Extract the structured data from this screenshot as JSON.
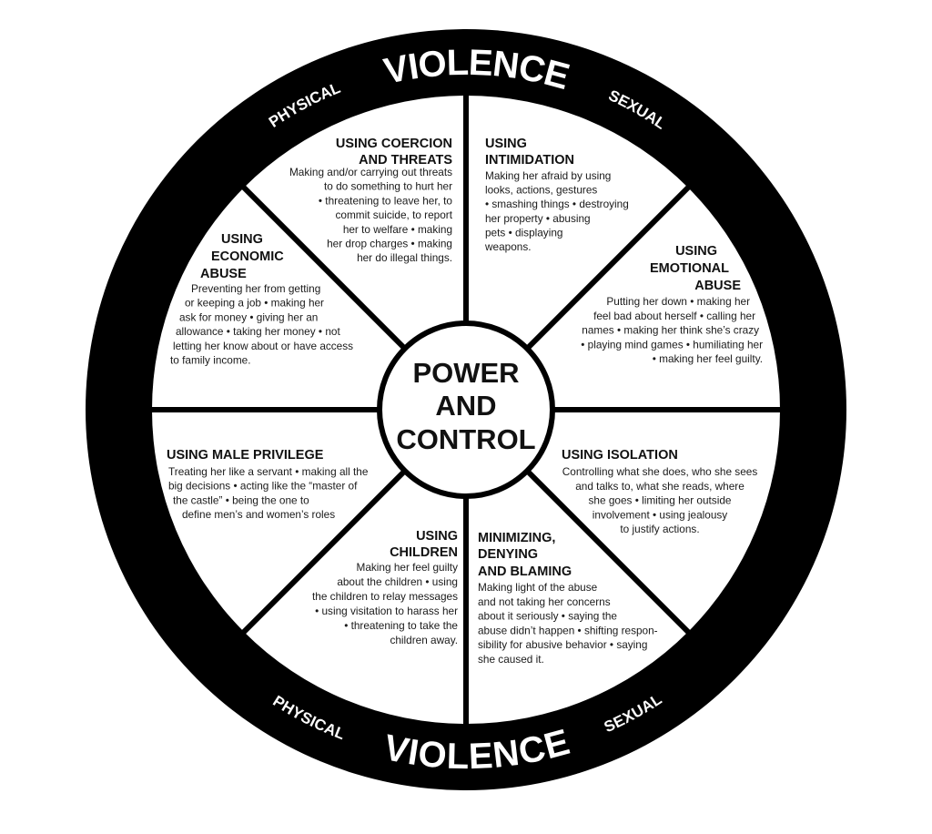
{
  "colors": {
    "ring": "#000000",
    "background": "#ffffff",
    "text": "#111111"
  },
  "ring": {
    "top": {
      "left": "PHYSICAL",
      "center": "VIOLENCE",
      "right": "SEXUAL"
    },
    "bottom": {
      "left": "PHYSICAL",
      "center": "VIOLENCE",
      "right": "SEXUAL"
    }
  },
  "center": {
    "lines": [
      "POWER",
      "AND",
      "CONTROL"
    ]
  },
  "sections": [
    {
      "id": "coercion-threats",
      "title": [
        "USING COERCION",
        "AND THREATS"
      ],
      "body": [
        "Making and/or carrying out threats",
        "to do something to hurt her",
        "• threatening to leave her, to",
        "commit suicide, to report",
        "her to welfare • making",
        "her drop charges • making",
        "her do illegal things."
      ]
    },
    {
      "id": "intimidation",
      "title": [
        "USING",
        "INTIMIDATION"
      ],
      "body": [
        "Making her afraid by using",
        "looks, actions, gestures",
        "• smashing things • destroying",
        "her property • abusing",
        "pets • displaying",
        "weapons."
      ]
    },
    {
      "id": "emotional-abuse",
      "title": [
        "USING",
        "EMOTIONAL",
        "ABUSE"
      ],
      "body": [
        "Putting her down • making her",
        "feel bad about herself • calling her",
        "names • making her think she’s crazy",
        "• playing mind games • humiliating her",
        "• making her feel guilty."
      ]
    },
    {
      "id": "isolation",
      "title": [
        "USING ISOLATION"
      ],
      "body": [
        "Controlling what she does, who she sees",
        "and talks to, what she reads, where",
        "she goes • limiting her outside",
        "involvement • using jealousy",
        "to justify actions."
      ]
    },
    {
      "id": "minimizing-denying-blaming",
      "title": [
        "MINIMIZING,",
        "DENYING",
        "AND BLAMING"
      ],
      "body": [
        "Making light of the abuse",
        "and not taking her concerns",
        "about it seriously • saying the",
        "abuse didn’t happen • shifting respon-",
        "sibility for abusive behavior • saying",
        "she caused it."
      ]
    },
    {
      "id": "children",
      "title": [
        "USING",
        "CHILDREN"
      ],
      "body": [
        "Making her feel guilty",
        "about the children • using",
        "the children to relay messages",
        "• using visitation to harass her",
        "• threatening to take the",
        "children away."
      ]
    },
    {
      "id": "male-privilege",
      "title": [
        "USING MALE PRIVILEGE"
      ],
      "body": [
        "Treating her like a servant • making all the",
        "big decisions • acting like the “master of",
        "the castle”  • being the one to",
        "define men’s and women’s roles"
      ]
    },
    {
      "id": "economic-abuse",
      "title": [
        "USING",
        "ECONOMIC",
        "ABUSE"
      ],
      "body": [
        "Preventing her from getting",
        "or keeping a job • making her",
        "ask for money • giving her an",
        "allowance • taking her money • not",
        "letting her know about or have access",
        "to family income."
      ]
    }
  ]
}
